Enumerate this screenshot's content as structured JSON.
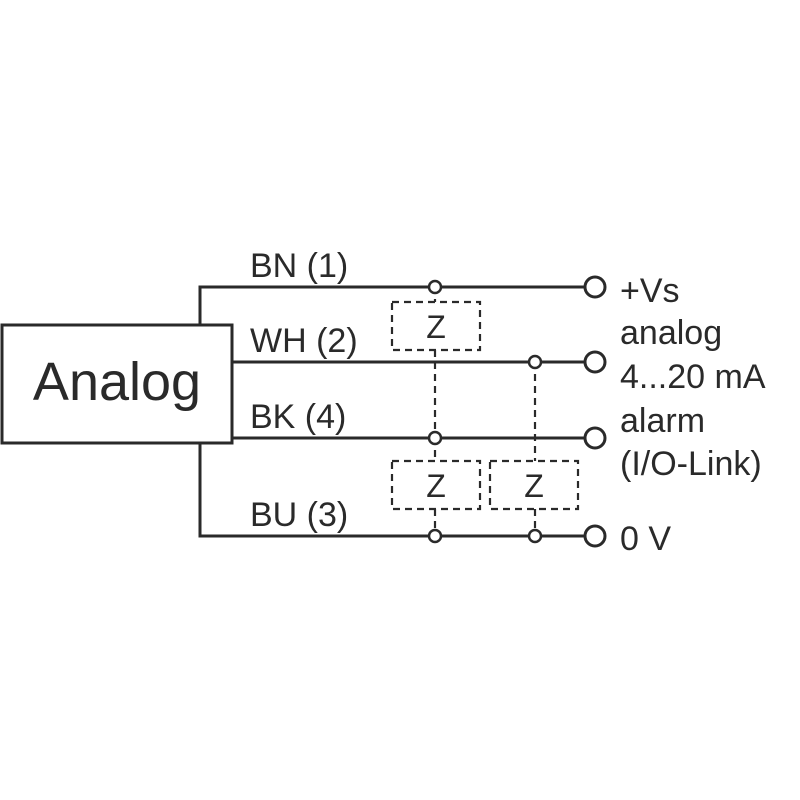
{
  "device": {
    "label": "Analog"
  },
  "wires": [
    {
      "id": "bn",
      "label": "BN (1)"
    },
    {
      "id": "wh",
      "label": "WH (2)"
    },
    {
      "id": "bk",
      "label": "BK (4)"
    },
    {
      "id": "bu",
      "label": "BU (3)"
    }
  ],
  "terminals": {
    "vs": {
      "label": "+Vs"
    },
    "analog": {
      "line1": "analog",
      "line2": "4...20 mA"
    },
    "alarm": {
      "line1": "alarm",
      "line2": "(I/O-Link)"
    },
    "zero": {
      "label": "0 V"
    }
  },
  "loads": {
    "z1": "Z",
    "z2": "Z",
    "z3": "Z"
  }
}
